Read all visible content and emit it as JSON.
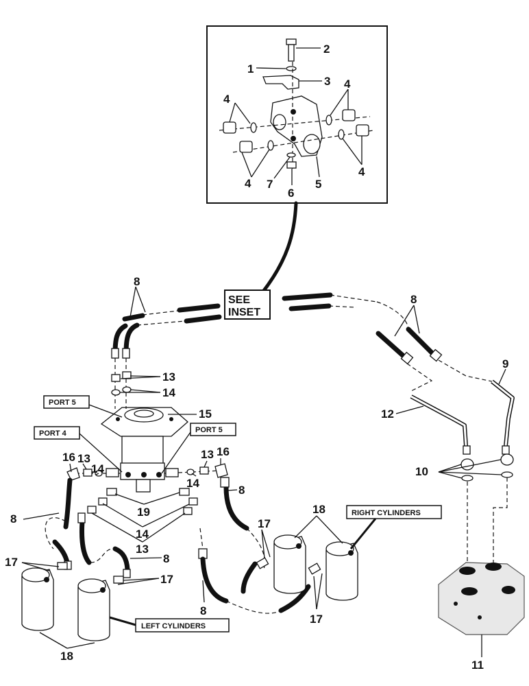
{
  "inset": {
    "see_label_1": "SEE",
    "see_label_2": "INSET"
  },
  "ports": {
    "port5_top": "PORT 5",
    "port4": "PORT 4",
    "port5_right": "PORT 5"
  },
  "groups": {
    "right_cylinders": "RIGHT CYLINDERS",
    "left_cylinders": "LEFT CYLINDERS"
  },
  "callouts": {
    "n1": "1",
    "n2": "2",
    "n3": "3",
    "n4a": "4",
    "n4b": "4",
    "n4c": "4",
    "n4d": "4",
    "n5": "5",
    "n6": "6",
    "n7": "7",
    "n8a": "8",
    "n8b": "8",
    "n8c": "8",
    "n8d": "8",
    "n8e": "8",
    "n8f": "8",
    "n9": "9",
    "n10": "10",
    "n11": "11",
    "n12": "12",
    "n13a": "13",
    "n13b": "13",
    "n13c": "13",
    "n13d": "13",
    "n14a": "14",
    "n14b": "14",
    "n14c": "14",
    "n14d": "14",
    "n15": "15",
    "n16a": "16",
    "n16b": "16",
    "n17a": "17",
    "n17b": "17",
    "n17c": "17",
    "n17d": "17",
    "n18a": "18",
    "n18b": "18",
    "n19": "19"
  }
}
